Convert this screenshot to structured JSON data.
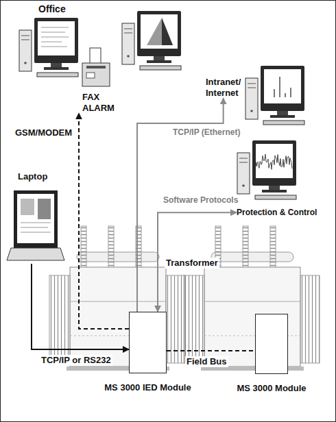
{
  "diagram": {
    "nodes": [
      {
        "text": [
          "Office"
        ]
      },
      {
        "text": [
          "FAX ALARM"
        ]
      },
      {
        "text": [
          "Intranet/ Internet"
        ]
      },
      {
        "text": [
          "Laptop"
        ]
      },
      {
        "text": [
          "Protection & Control"
        ]
      },
      {
        "text": [
          "MS 3000 IED Module"
        ]
      },
      {
        "text": [
          "MS 3000 Module"
        ]
      }
    ],
    "edges": [
      {
        "from": 5,
        "to": 1,
        "label": "GSM/MODEM",
        "arrow": "to"
      },
      {
        "from": 5,
        "to": 2,
        "label": "TCP/IP (Ethernet)",
        "arrow": "to"
      },
      {
        "from": 5,
        "to": 4,
        "label": "Software Protocols",
        "arrow": "both"
      },
      {
        "from": 3,
        "to": 5,
        "label": "TCP/IP or RS232",
        "arrow": "to"
      },
      {
        "from": 5,
        "to": 6,
        "label": "Field Bus",
        "arrow": "none"
      }
    ],
    "labels": [
      "Transformer"
    ]
  }
}
